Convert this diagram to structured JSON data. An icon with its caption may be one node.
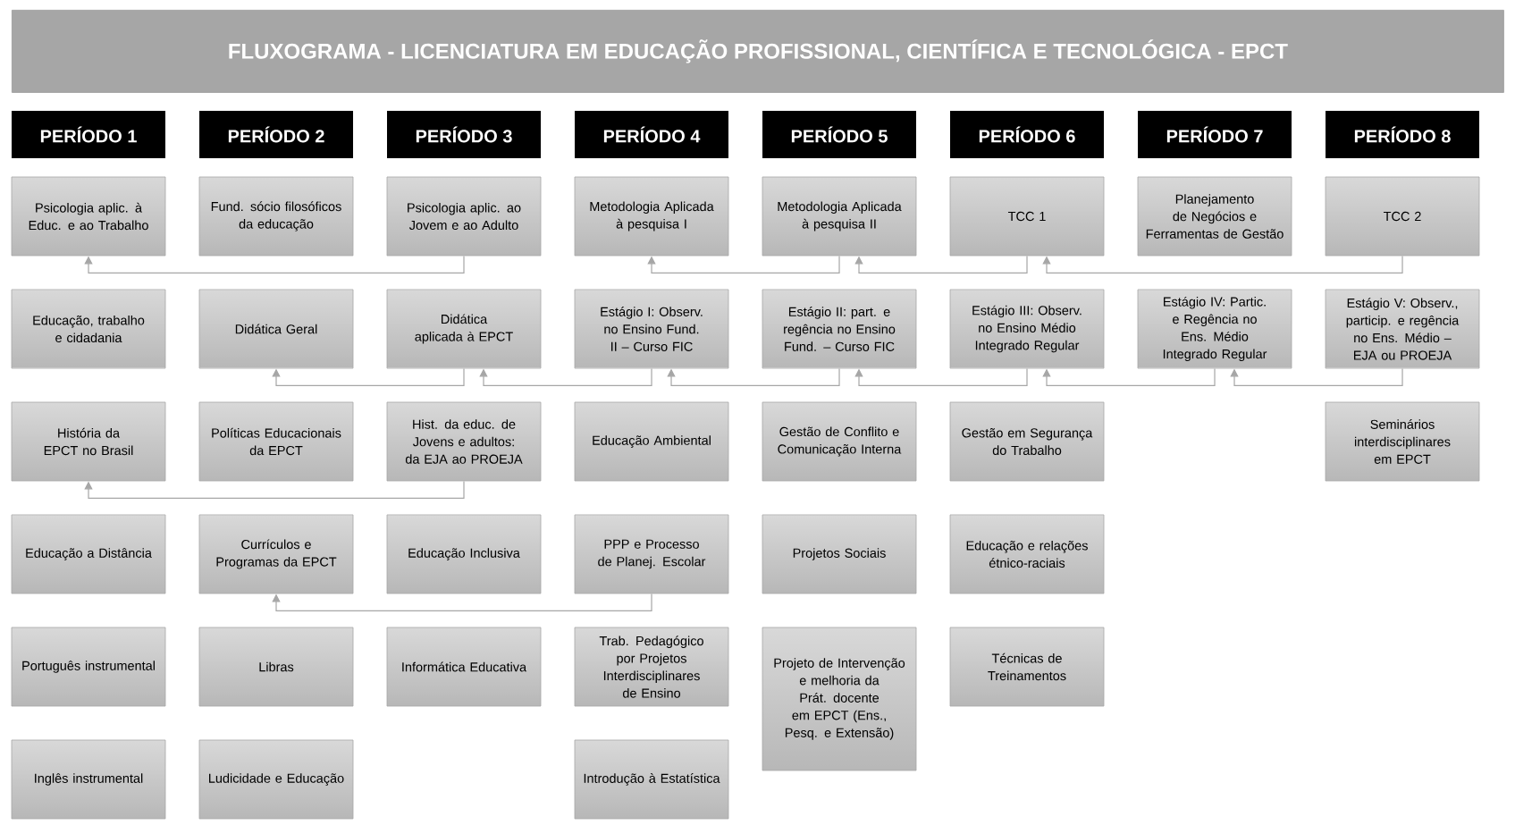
{
  "diagram": {
    "title": "FLUXOGRAMA - LICENCIATURA EM EDUCAÇÃO PROFISSIONAL, CIENTÍFICA E TECNOLÓGICA - EPCT",
    "nodes": [
      {
        "text": [
          "PERÍODO 1"
        ]
      },
      {
        "text": [
          "PERÍODO 2"
        ]
      },
      {
        "text": [
          "PERÍODO 3"
        ]
      },
      {
        "text": [
          "PERÍODO 4"
        ]
      },
      {
        "text": [
          "PERÍODO 5"
        ]
      },
      {
        "text": [
          "PERÍODO 6"
        ]
      },
      {
        "text": [
          "PERÍODO 7"
        ]
      },
      {
        "text": [
          "PERÍODO 8"
        ]
      },
      {
        "text": [
          "Psicologia aplic. à Educ. e ao Trabalho"
        ]
      },
      {
        "text": [
          "Educação, trabalho e cidadania"
        ]
      },
      {
        "text": [
          "História da EPCT no Brasil"
        ]
      },
      {
        "text": [
          "Educação a Distância"
        ]
      },
      {
        "text": [
          "Português instrumental"
        ]
      },
      {
        "text": [
          "Inglês instrumental"
        ]
      },
      {
        "text": [
          "Fund. sócio filosóficos da educação"
        ]
      },
      {
        "text": [
          "Didática Geral"
        ]
      },
      {
        "text": [
          "Políticas Educacionais da EPCT"
        ]
      },
      {
        "text": [
          "Currículos e Programas da EPCT"
        ]
      },
      {
        "text": [
          "Libras"
        ]
      },
      {
        "text": [
          "Ludicidade e Educação"
        ]
      },
      {
        "text": [
          "Psicologia aplic. ao Jovem e ao Adulto"
        ]
      },
      {
        "text": [
          "Didática aplicada à EPCT"
        ]
      },
      {
        "text": [
          "Hist. da educ. de Jovens e adultos: da EJA ao PROEJA"
        ]
      },
      {
        "text": [
          "Educação Inclusiva"
        ]
      },
      {
        "text": [
          "Informática Educativa"
        ]
      },
      {
        "text": [
          "Metodologia Aplicada à pesquisa I"
        ]
      },
      {
        "text": [
          "Estágio I: Observ. no Ensino Fund. II – Curso FIC"
        ]
      },
      {
        "text": [
          "Educação Ambiental"
        ]
      },
      {
        "text": [
          "PPP e Processo de Planej. Escolar"
        ]
      },
      {
        "text": [
          "Trab. Pedagógico por Projetos Interdisciplinares de Ensino"
        ]
      },
      {
        "text": [
          "Introdução à Estatística"
        ]
      },
      {
        "text": [
          "Metodologia Aplicada à pesquisa II"
        ]
      },
      {
        "text": [
          "Estágio II: part. e regência no Ensino Fund. – Curso FIC"
        ]
      },
      {
        "text": [
          "Gestão de Conflito e Comunicação Interna"
        ]
      },
      {
        "text": [
          "Projetos Sociais"
        ]
      },
      {
        "text": [
          "Projeto de Intervenção e melhoria da Prát. docente em EPCT (Ens., Pesq. e Extensão)"
        ]
      },
      {
        "text": [
          "TCC 1"
        ]
      },
      {
        "text": [
          "Estágio III: Observ. no Ensino Médio Integrado Regular"
        ]
      },
      {
        "text": [
          "Gestão em Segurança do Trabalho"
        ]
      },
      {
        "text": [
          "Educação e relações étnico-raciais"
        ]
      },
      {
        "text": [
          "Técnicas de Treinamentos"
        ]
      },
      {
        "text": [
          "Planejamento de Negócios e Ferramentas de Gestão"
        ]
      },
      {
        "text": [
          "Estágio IV: Partic. e Regência no Ens. Médio Integrado Regular"
        ]
      },
      {
        "text": [
          "TCC 2"
        ]
      },
      {
        "text": [
          "Estágio V: Observ., particip. e regência no Ens. Médio – EJA ou PROEJA"
        ]
      },
      {
        "text": [
          "Seminários interdisciplinares em EPCT"
        ]
      }
    ],
    "edges": [
      {
        "from": 20,
        "to": 8,
        "arrow": "to"
      },
      {
        "from": 31,
        "to": 25,
        "arrow": "to"
      },
      {
        "from": 36,
        "to": 31,
        "arrow": "to"
      },
      {
        "from": 43,
        "to": 36,
        "arrow": "to"
      },
      {
        "from": 21,
        "to": 15,
        "arrow": "to"
      },
      {
        "from": 26,
        "to": 21,
        "arrow": "to"
      },
      {
        "from": 32,
        "to": 26,
        "arrow": "to"
      },
      {
        "from": 37,
        "to": 32,
        "arrow": "to"
      },
      {
        "from": 42,
        "to": 37,
        "arrow": "to"
      },
      {
        "from": 44,
        "to": 42,
        "arrow": "to"
      },
      {
        "from": 22,
        "to": 10,
        "arrow": "to"
      },
      {
        "from": 28,
        "to": 17,
        "arrow": "to"
      }
    ]
  }
}
